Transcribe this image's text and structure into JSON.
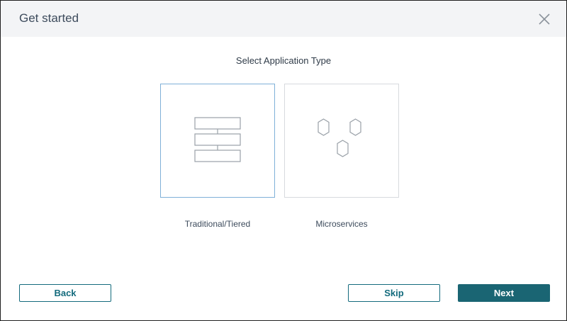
{
  "dialog": {
    "title": "Get started",
    "subtitle": "Select Application Type"
  },
  "options": [
    {
      "label": "Traditional/Tiered",
      "icon": "tiered-layers-icon",
      "selected": true
    },
    {
      "label": "Microservices",
      "icon": "hexagons-icon",
      "selected": false
    }
  ],
  "buttons": {
    "back": "Back",
    "skip": "Skip",
    "next": "Next"
  },
  "colors": {
    "accent": "#1a6573",
    "selected_border": "#7fb0d8",
    "header_bg": "#f3f4f6"
  }
}
